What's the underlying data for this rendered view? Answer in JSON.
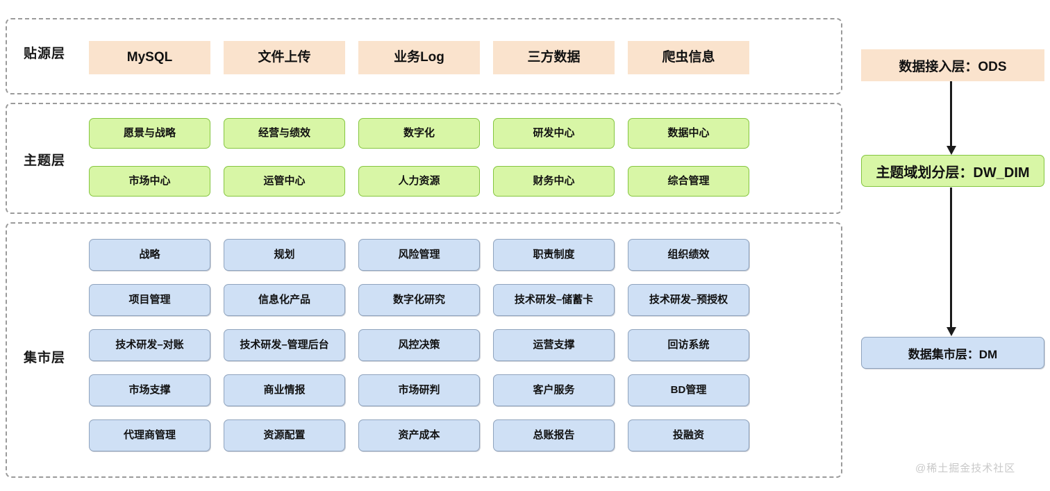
{
  "architecture": {
    "layers": [
      {
        "id": "source",
        "label": "贴源层",
        "style": "orange",
        "nodes": [
          "MySQL",
          "文件上传",
          "业务Log",
          "三方数据",
          "爬虫信息"
        ]
      },
      {
        "id": "theme",
        "label": "主题层",
        "style": "green",
        "nodes": [
          "愿景与战略",
          "经营与绩效",
          "数字化",
          "研发中心",
          "数据中心",
          "市场中心",
          "运管中心",
          "人力资源",
          "财务中心",
          "综合管理"
        ]
      },
      {
        "id": "mart",
        "label": "集市层",
        "style": "blue",
        "nodes": [
          "战略",
          "规划",
          "风险管理",
          "职责制度",
          "组织绩效",
          "项目管理",
          "信息化产品",
          "数字化研究",
          "技术研发–储蓄卡",
          "技术研发–预授权",
          "技术研发–对账",
          "技术研发–管理后台",
          "风控决策",
          "运营支撑",
          "回访系统",
          "市场支撑",
          "商业情报",
          "市场研判",
          "客户服务",
          "BD管理",
          "代理商管理",
          "资源配置",
          "资产成本",
          "总账报告",
          "投融资"
        ]
      }
    ]
  },
  "flow": {
    "nodes": [
      {
        "id": "ods",
        "label": "数据接入层：ODS",
        "style": "orange"
      },
      {
        "id": "dw",
        "label": "主题域划分层：DW_DIM",
        "style": "green"
      },
      {
        "id": "dm",
        "label": "数据集市层：DM",
        "style": "blue"
      }
    ],
    "arrows": [
      {
        "id": "arrow-ods-to-dw",
        "from": "ods",
        "to": "dw"
      },
      {
        "id": "arrow-dw-to-dm",
        "from": "dw",
        "to": "dm"
      }
    ]
  },
  "watermark": "@稀土掘金技术社区",
  "colors": {
    "orange_fill": "#fae3cd",
    "green_fill": "#d8f6a6",
    "green_border": "#84c53f",
    "blue_fill": "#cfe0f5",
    "blue_border": "#8fa3bd",
    "band_border": "#9a9a9a",
    "arrow": "#1b1b1b",
    "watermark": "#c9c9c9"
  }
}
